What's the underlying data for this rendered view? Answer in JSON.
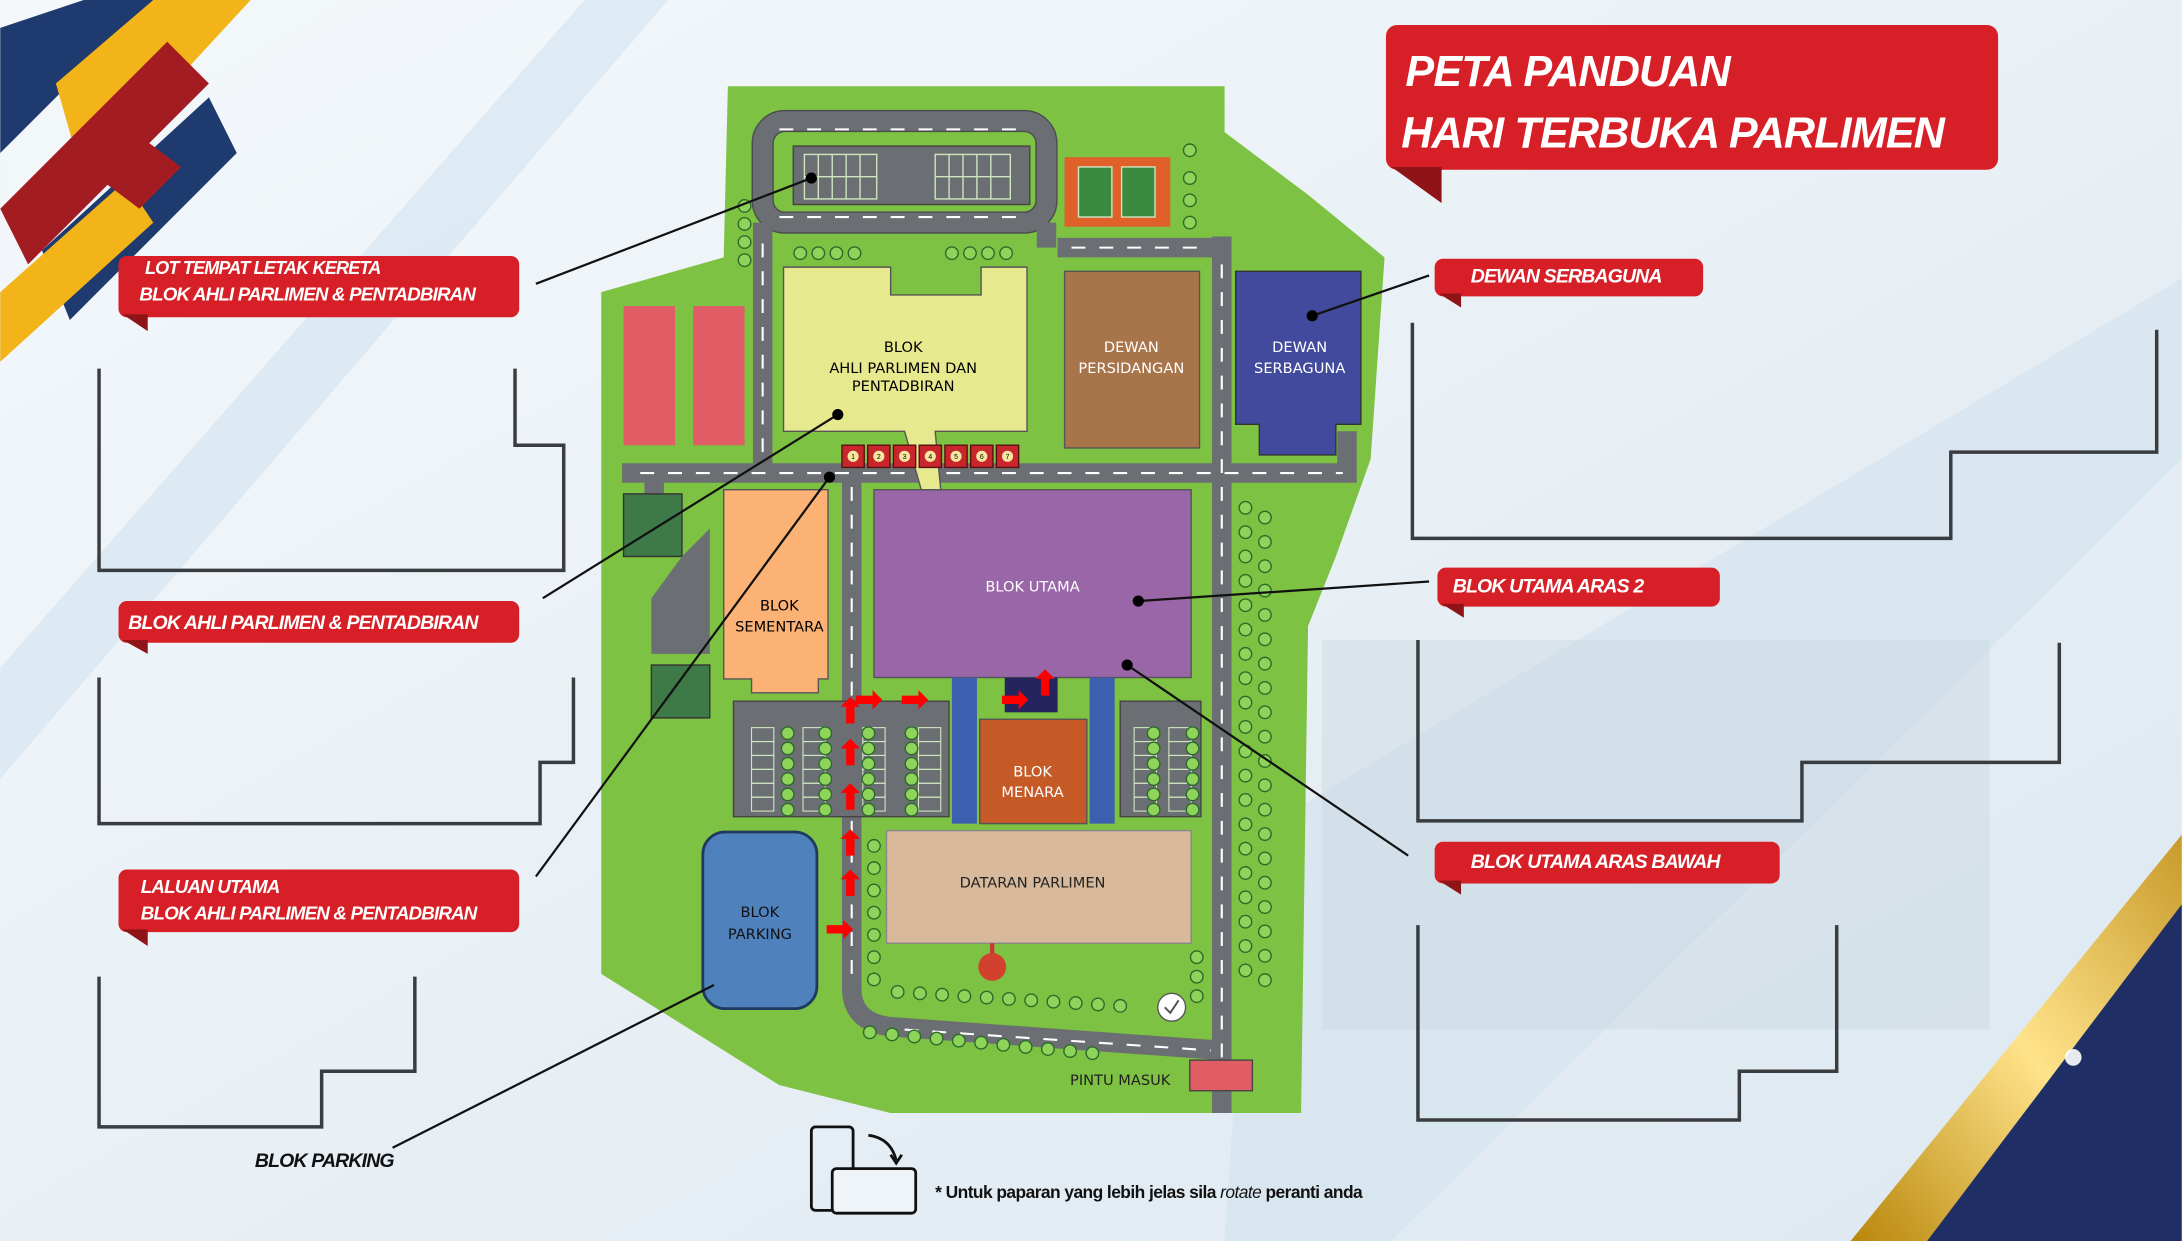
{
  "title": {
    "line1": "PETA PANDUAN",
    "line2": "HARI TERBUKA  PARLIMEN"
  },
  "callouts": {
    "lot_parking": {
      "line1": "LOT TEMPAT LETAK KERETA",
      "line2": "BLOK AHLI PARLIMEN & PENTADBIRAN"
    },
    "blok_ahli": {
      "label": "BLOK AHLI PARLIMEN & PENTADBIRAN"
    },
    "laluan": {
      "line1": "LALUAN UTAMA",
      "line2": "BLOK AHLI PARLIMEN & PENTADBIRAN"
    },
    "blok_parking": {
      "label": "BLOK PARKING"
    },
    "dewan_serbaguna": {
      "label": "DEWAN SERBAGUNA"
    },
    "utama_aras2": {
      "label": "BLOK UTAMA  ARAS 2"
    },
    "utama_bawah": {
      "label": "BLOK UTAMA ARAS BAWAH"
    }
  },
  "map": {
    "blok_ahli": [
      "BLOK",
      "AHLI PARLIMEN DAN",
      "PENTADBIRAN"
    ],
    "dewan_persidangan": [
      "DEWAN",
      "PERSIDANGAN"
    ],
    "dewan_serbaguna": [
      "DEWAN",
      "SERBAGUNA"
    ],
    "blok_utama": "BLOK UTAMA",
    "blok_sementara": [
      "BLOK",
      "SEMENTARA"
    ],
    "blok_menara": [
      "BLOK",
      "MENARA"
    ],
    "dataran": "DATARAN PARLIMEN",
    "blok_parking": [
      "BLOK",
      "PARKING"
    ],
    "pintu_masuk": "PINTU MASUK",
    "parking_numbers": [
      "1",
      "2",
      "3",
      "4",
      "5",
      "6",
      "7"
    ]
  },
  "note": {
    "prefix": "*  Untuk paparan yang lebih jelas sila ",
    "italic": "rotate",
    "suffix": " peranti anda"
  },
  "icons": {
    "rotate": "phone-rotate-icon",
    "clock": "clock-icon"
  },
  "colors": {
    "ribbon": "#d61f26",
    "grass": "#7dc242",
    "road": "#6b6e72",
    "utama": "#9966a8",
    "serbaguna": "#414a9c"
  }
}
